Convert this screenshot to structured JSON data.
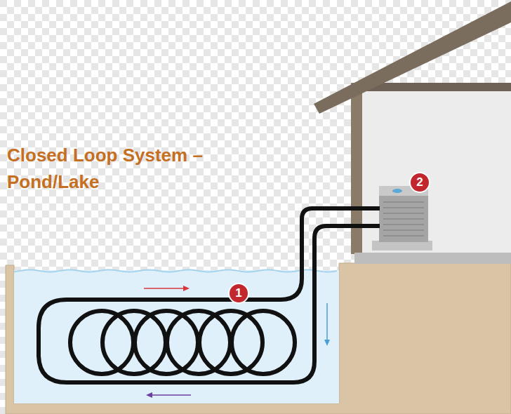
{
  "diagram": {
    "title": "Closed Loop System – Pond/Lake",
    "labels": [
      "1",
      "2"
    ]
  }
}
